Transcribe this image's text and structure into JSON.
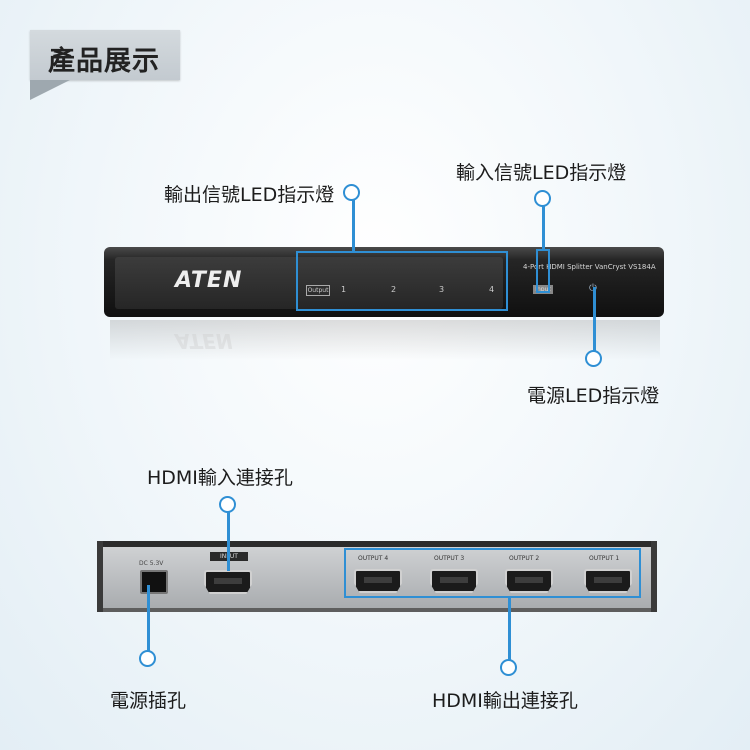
{
  "header": {
    "title": "產品展示"
  },
  "front": {
    "brand": "ATEN",
    "model_text": "4-Port HDMI Splitter  VanCryst  VS184A",
    "output_led_tag": "Output",
    "input_led_tag": "Input",
    "led_numbers": [
      "1",
      "2",
      "3",
      "4"
    ],
    "labels": {
      "output_led": "輸出信號LED指示燈",
      "input_led": "輸入信號LED指示燈",
      "power_led": "電源LED指示燈"
    }
  },
  "rear": {
    "input_tag": "INPUT",
    "dc_text": "DC 5.3V",
    "output_ports": [
      "OUTPUT 4",
      "OUTPUT 3",
      "OUTPUT 2",
      "OUTPUT 1"
    ],
    "labels": {
      "hdmi_input": "HDMI輸入連接孔",
      "power_jack": "電源插孔",
      "hdmi_output": "HDMI輸出連接孔"
    }
  },
  "colors": {
    "accent": "#2f8fd4",
    "device_dark": "#1a1a1a",
    "device_rear": "#c0c3c6"
  }
}
